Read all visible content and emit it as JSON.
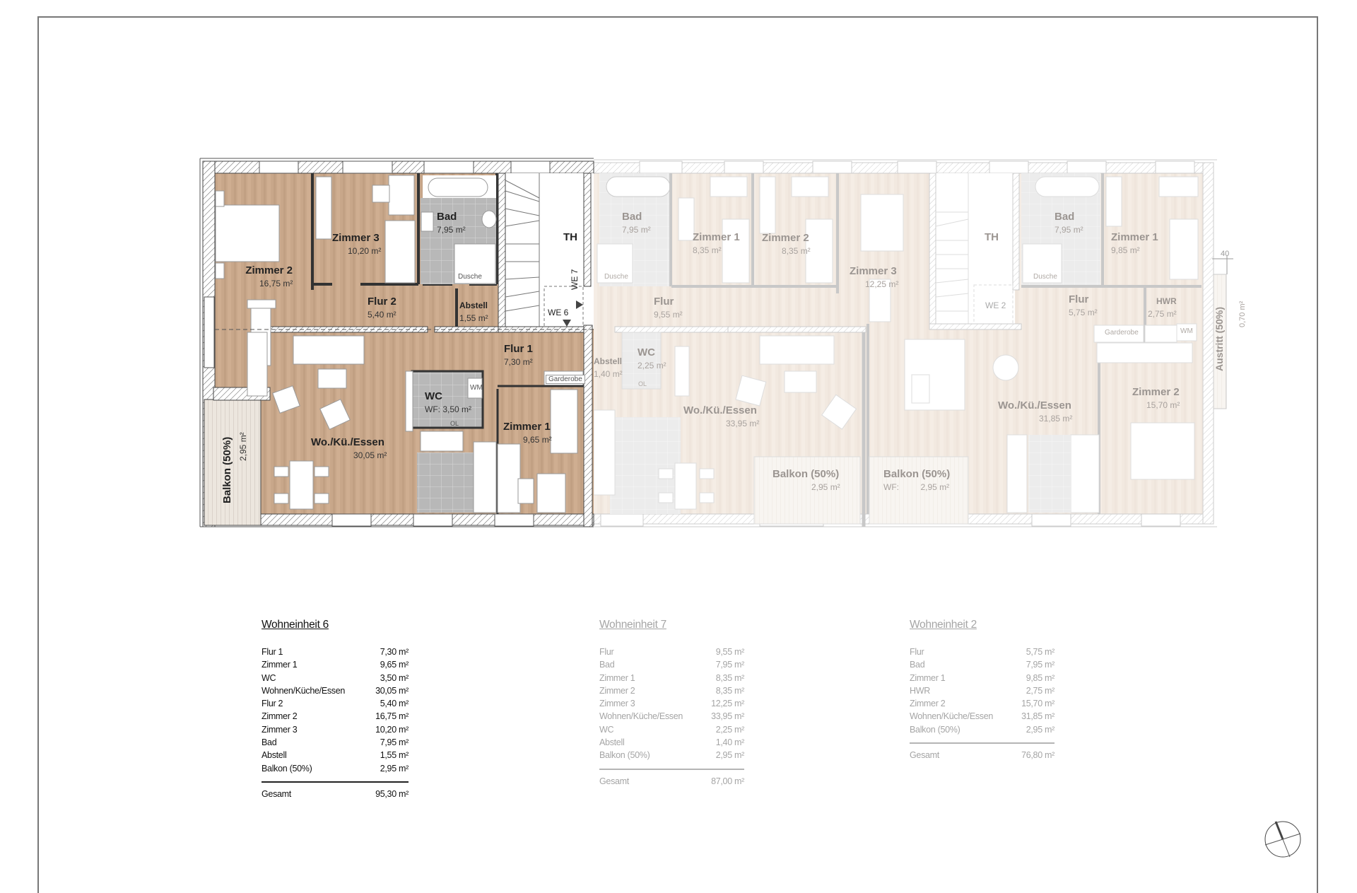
{
  "plan": {
    "colors": {
      "active_floor": "#c9a98a",
      "faded_floor": "#f1e8df",
      "tile_active": "#b9b9b9",
      "tile_faded": "#ededed",
      "wall": "#444444",
      "faded_wall": "#c9c9c9"
    },
    "we6": {
      "zimmer2": {
        "name": "Zimmer 2",
        "area": "16,75 m²"
      },
      "zimmer3": {
        "name": "Zimmer 3",
        "area": "10,20 m²"
      },
      "bad": {
        "name": "Bad",
        "area": "7,95 m²",
        "dusche": "Dusche"
      },
      "flur2": {
        "name": "Flur 2",
        "area": "5,40 m²"
      },
      "abstell": {
        "name": "Abstell",
        "area": "1,55 m²"
      },
      "flur1": {
        "name": "Flur 1",
        "area": "7,30 m²"
      },
      "garderobe": "Garderobe",
      "wc": {
        "name": "WC",
        "area": "WF: 3,50 m²",
        "wm": "WM",
        "ol": "OL"
      },
      "zimmer1": {
        "name": "Zimmer 1",
        "area": "9,65 m²"
      },
      "wohnen": {
        "name": "Wo./Kü./Essen",
        "area": "30,05 m²"
      },
      "balkon": {
        "name": "Balkon (50%)",
        "area": "2,95 m²"
      }
    },
    "stair1": {
      "name": "TH",
      "we6": "WE 6",
      "we7": "WE 7"
    },
    "we7": {
      "bad": {
        "name": "Bad",
        "area": "7,95 m²",
        "dusche": "Dusche"
      },
      "zimmer1": {
        "name": "Zimmer 1",
        "area": "8,35 m²"
      },
      "zimmer2": {
        "name": "Zimmer 2",
        "area": "8,35 m²"
      },
      "zimmer3": {
        "name": "Zimmer 3",
        "area": "12,25 m²"
      },
      "flur": {
        "name": "Flur",
        "area": "9,55 m²"
      },
      "abstell": {
        "name": "Abstell",
        "area": "1,40 m²"
      },
      "wc": {
        "name": "WC",
        "area": "2,25 m²",
        "ol": "OL"
      },
      "wohnen": {
        "name": "Wo./Kü./Essen",
        "area": "33,95 m²"
      },
      "balkon": {
        "name": "Balkon (50%)",
        "area": "2,95 m²"
      }
    },
    "stair2": {
      "name": "TH",
      "we2": "WE 2"
    },
    "we2": {
      "bad": {
        "name": "Bad",
        "area": "7,95 m²",
        "dusche": "Dusche"
      },
      "zimmer1": {
        "name": "Zimmer 1",
        "area": "9,85 m²"
      },
      "flur": {
        "name": "Flur",
        "area": "5,75 m²"
      },
      "hwr": {
        "name": "HWR",
        "area": "2,75 m²",
        "wm": "WM"
      },
      "garderobe": "Garderobe",
      "wohnen": {
        "name": "Wo./Kü./Essen",
        "area": "31,85 m²"
      },
      "zimmer2": {
        "name": "Zimmer 2",
        "area": "15,70 m²"
      },
      "balkon": {
        "name": "Balkon (50%)",
        "wf": "WF:",
        "area": "2,95 m²"
      },
      "austritt": {
        "name": "Austritt (50%)",
        "area": "0,70 m²",
        "dim": "40"
      }
    }
  },
  "tables": [
    {
      "title": "Wohneinheit 6",
      "rows": [
        {
          "label": "Flur 1",
          "value": "7,30 m²"
        },
        {
          "label": "Zimmer 1",
          "value": "9,65 m²"
        },
        {
          "label": "WC",
          "value": "3,50 m²"
        },
        {
          "label": "Wohnen/Küche/Essen",
          "value": "30,05 m²"
        },
        {
          "label": "Flur 2",
          "value": "5,40 m²"
        },
        {
          "label": "Zimmer 2",
          "value": "16,75 m²"
        },
        {
          "label": "Zimmer 3",
          "value": "10,20 m²"
        },
        {
          "label": "Bad",
          "value": "7,95 m²"
        },
        {
          "label": "Abstell",
          "value": "1,55 m²"
        },
        {
          "label": "Balkon (50%)",
          "value": "2,95 m²"
        }
      ],
      "total_label": "Gesamt",
      "total_value": "95,30 m²"
    },
    {
      "title": "Wohneinheit 7",
      "rows": [
        {
          "label": "Flur",
          "value": "9,55 m²"
        },
        {
          "label": "Bad",
          "value": "7,95 m²"
        },
        {
          "label": "Zimmer 1",
          "value": "8,35 m²"
        },
        {
          "label": "Zimmer 2",
          "value": "8,35 m²"
        },
        {
          "label": "Zimmer 3",
          "value": "12,25 m²"
        },
        {
          "label": "Wohnen/Küche/Essen",
          "value": "33,95 m²"
        },
        {
          "label": "WC",
          "value": "2,25 m²"
        },
        {
          "label": "Abstell",
          "value": "1,40 m²"
        },
        {
          "label": "Balkon (50%)",
          "value": "2,95 m²"
        }
      ],
      "total_label": "Gesamt",
      "total_value": "87,00 m²"
    },
    {
      "title": "Wohneinheit 2",
      "rows": [
        {
          "label": "Flur",
          "value": "5,75 m²"
        },
        {
          "label": "Bad",
          "value": "7,95 m²"
        },
        {
          "label": "Zimmer 1",
          "value": "9,85 m²"
        },
        {
          "label": "HWR",
          "value": "2,75 m²"
        },
        {
          "label": "Zimmer 2",
          "value": "15,70 m²"
        },
        {
          "label": "Wohnen/Küche/Essen",
          "value": "31,85 m²"
        },
        {
          "label": "Balkon (50%)",
          "value": "2,95 m²"
        }
      ],
      "total_label": "Gesamt",
      "total_value": "76,80 m²"
    }
  ],
  "compass": {
    "icon": "north-arrow-icon"
  }
}
